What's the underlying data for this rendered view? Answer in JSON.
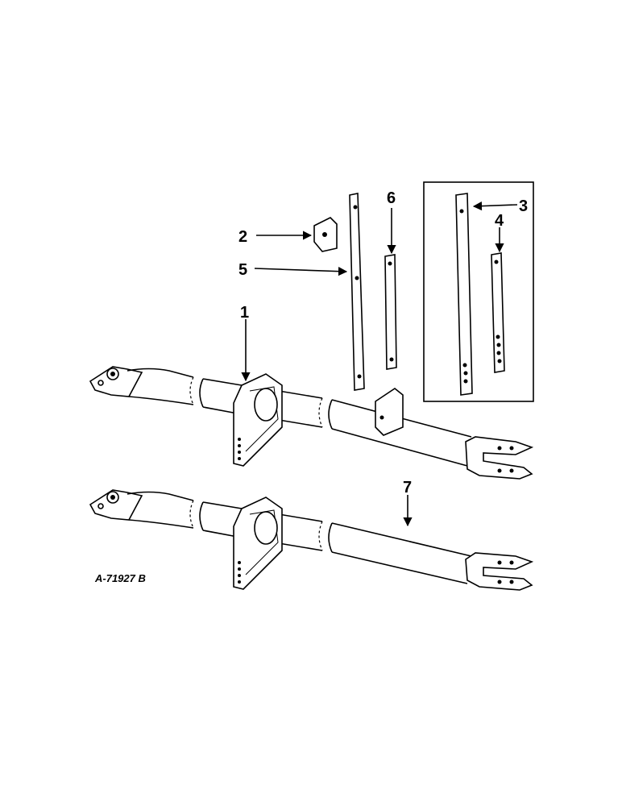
{
  "callouts": {
    "c1": "1",
    "c2": "2",
    "c3": "3",
    "c4": "4",
    "c5": "5",
    "c6": "6",
    "c7": "7"
  },
  "drawing_id": "A-71927 B"
}
